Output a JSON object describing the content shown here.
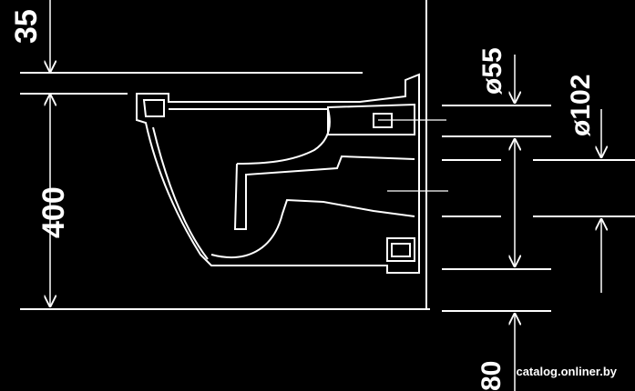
{
  "dimensions": {
    "top_offset": "35",
    "height": "400",
    "outlet_offset": "80",
    "inlet_diameter": "ø55",
    "outlet_diameter": "ø102"
  },
  "watermark": "catalog.onliner.by"
}
